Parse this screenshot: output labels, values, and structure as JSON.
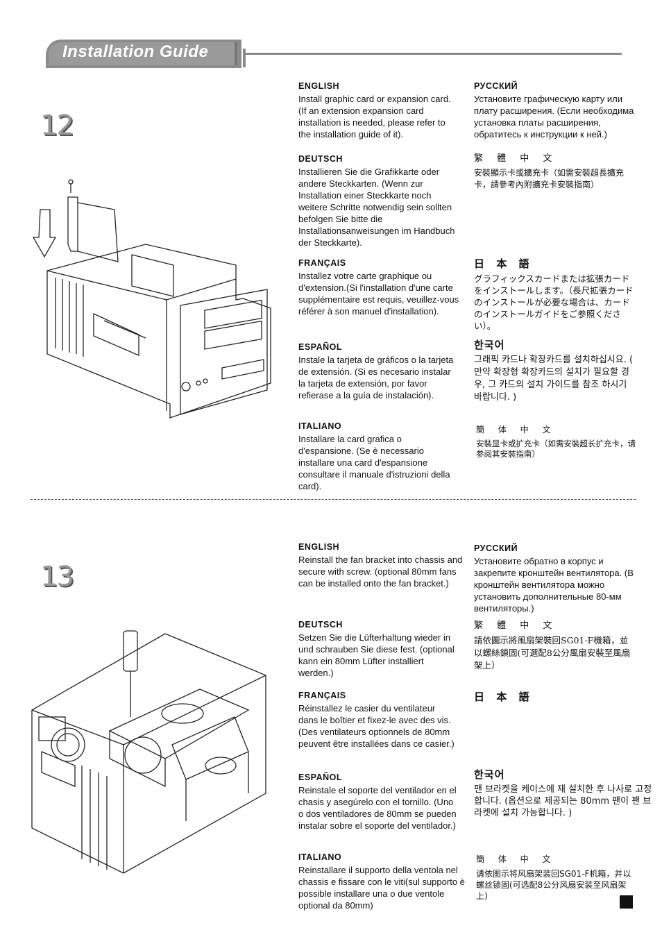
{
  "header": {
    "title": "Installation Guide"
  },
  "step12": {
    "number": "12",
    "english": {
      "lang": "ENGLISH",
      "text": "Install graphic card or expansion card. (If an extension expansion card installation is needed, please refer to the installation guide of it)."
    },
    "deutsch": {
      "lang": "DEUTSCH",
      "text": "Installieren Sie die Grafikkarte oder andere Steckkarten. (Wenn zur Installation einer Steckkarte noch weitere Schritte notwendig sein sollten befolgen Sie bitte die Installationsanweisungen im Handbuch der Steckkarte)."
    },
    "francais": {
      "lang": "FRANÇAIS",
      "text": "Installez votre carte graphique ou d'extension.(Si l'installation d'une carte supplémentaire est requis, veuillez-vous référer à son manuel d'installation)."
    },
    "espanol": {
      "lang": "ESPAÑOL",
      "text": "Instale la tarjeta de gráficos o la tarjeta de extensión. (Si es necesario instalar la tarjeta de extensión, por favor refierase a la guía de instalación)."
    },
    "italiano": {
      "lang": "ITALIANO",
      "text": "Installare la card grafica o d'espansione. (Se è necessario installare una card d'espansione consultare il manuale d'istruzioni della card)."
    },
    "russian": {
      "lang": "РУССКИЙ",
      "text": "Установите графическую карту или плату расширения. (Если необходима установка платы расширения, обратитесь к инструкции к ней.)"
    },
    "trad_chinese": {
      "lang": "繁 體 中 文",
      "text": "安裝顯示卡或擴充卡（如需安裝超長擴充卡，請參考內附擴充卡安裝指南）"
    },
    "japanese": {
      "lang": "日 本 語",
      "text": "グラフィックスカードまたは拡張カードをインストールします。（長尺拡張カードのインストールが必要な場合は、カードのインストールガイドをご参照ください）。"
    },
    "korean": {
      "lang": "한국어",
      "text": "그래픽 카드나 확장카드를 설치하십시요. ( 만약 확장형 확장카드의 설치가 필요할 경우, 그 카드의 설치 가이드를 참조 하시기 바랍니다. )"
    },
    "simp_chinese": {
      "lang": "簡 体 中 文",
      "text": "安裝显卡或扩充卡（如需安裝超长扩充卡，请参阅其安裝指南）"
    }
  },
  "step13": {
    "number": "13",
    "english": {
      "lang": "ENGLISH",
      "text": "Reinstall the fan bracket into chassis and secure with screw. (optional 80mm fans can be installed onto the fan bracket.)"
    },
    "deutsch": {
      "lang": "DEUTSCH",
      "text": "Setzen Sie die Lüfterhaltung wieder in und schrauben Sie diese fest. (optional kann ein 80mm Lüfter installiert werden.)"
    },
    "francais": {
      "lang": "FRANÇAIS",
      "text": "Réinstallez le casier du ventilateur dans le boîtier et fixez-le avec des vis. (Des ventilateurs optionnels de 80mm peuvent être installées dans ce casier.)"
    },
    "espanol": {
      "lang": "ESPAÑOL",
      "text": "Reinstale el soporte del ventilador en el chasis y asegúrelo con el tornillo. (Uno o dos ventiladores de 80mm se pueden instalar sobre el soporte del ventilador.)"
    },
    "italiano": {
      "lang": "ITALIANO",
      "text": "Reinstallare il supporto della ventola nel chassis e fissare con le viti(sul supporto è possible installare una o due ventole optional da 80mm)"
    },
    "russian": {
      "lang": "РУССКИЙ",
      "text": "Установите обратно в корпус и закрепите кронштейн вентилятора. (В кронштейн вентилятора можно установить дополнительные 80-мм вентиляторы.)"
    },
    "trad_chinese": {
      "lang": "繁 體 中 文",
      "text": "請依圖示將風扇架裝回SG01-F機箱，並以螺絲鎖固(可選配8公分風扇安裝至風扇架上）"
    },
    "japanese": {
      "lang": "日 本 語",
      "text": ""
    },
    "korean": {
      "lang": "한국어",
      "text": "팬 브라켓을 케이스에 재 설치한 후 나사로 고정합니다. (옵션으로 제공되는 80mm 팬이 팬 브라켓에 설치 가능합니다. )"
    },
    "simp_chinese": {
      "lang": "簡 体 中 文",
      "text": "请依图示将风扇架装回SG01-F机箱，并以螺丝锁固(可选配8公分风扇安装至风扇架上)"
    }
  }
}
